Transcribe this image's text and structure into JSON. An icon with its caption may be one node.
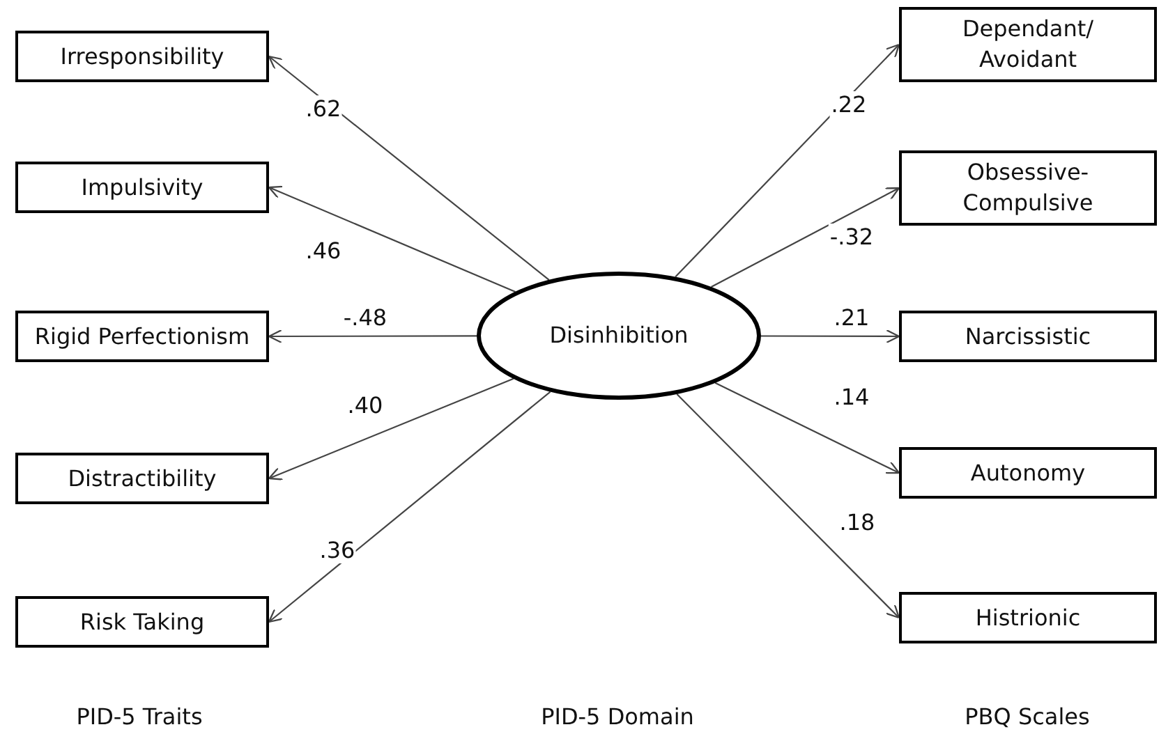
{
  "diagram": {
    "nodes": [
      {
        "text": [
          "Irresponsibility"
        ]
      },
      {
        "text": [
          "Impulsivity"
        ]
      },
      {
        "text": [
          "Rigid Perfectionism"
        ]
      },
      {
        "text": [
          "Distractibility"
        ]
      },
      {
        "text": [
          "Risk Taking"
        ]
      },
      {
        "text": [
          "Disinhibition"
        ]
      },
      {
        "text": [
          "Dependant/ Avoidant"
        ]
      },
      {
        "text": [
          "Obsessive- Compulsive"
        ]
      },
      {
        "text": [
          "Narcissistic"
        ]
      },
      {
        "text": [
          "Autonomy"
        ]
      },
      {
        "text": [
          "Histrionic"
        ]
      }
    ],
    "edges": [
      {
        "from": 5,
        "to": 0,
        "arrow": "to",
        "label": ".62"
      },
      {
        "from": 5,
        "to": 1,
        "arrow": "to",
        "label": ".46"
      },
      {
        "from": 5,
        "to": 2,
        "arrow": "to",
        "label": "-.48"
      },
      {
        "from": 5,
        "to": 3,
        "arrow": "to",
        "label": ".40"
      },
      {
        "from": 5,
        "to": 4,
        "arrow": "to",
        "label": ".36"
      },
      {
        "from": 5,
        "to": 6,
        "arrow": "to",
        "label": ".22"
      },
      {
        "from": 5,
        "to": 7,
        "arrow": "to",
        "label": "-.32"
      },
      {
        "from": 5,
        "to": 8,
        "arrow": "to",
        "label": ".21"
      },
      {
        "from": 5,
        "to": 9,
        "arrow": "to",
        "label": ".14"
      },
      {
        "from": 5,
        "to": 10,
        "arrow": "to",
        "label": ".18"
      }
    ],
    "labels": [
      "PID-5 Traits",
      "PID-5 Domain",
      "PBQ Scales"
    ]
  }
}
